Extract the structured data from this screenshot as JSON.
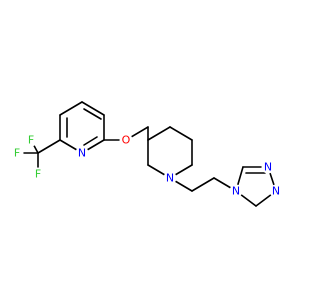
{
  "colors": {
    "bond": "#000000",
    "carbon": "#000000",
    "nitrogen": "#0000ff",
    "oxygen": "#ff0000",
    "fluorine": "#33cc33"
  },
  "atoms": {
    "f_top": "F",
    "f_left": "F",
    "f_bottom": "F",
    "n_pyridine": "N",
    "o_ether": "O",
    "n_piperidine": "N",
    "n_triazole_1": "N",
    "n_triazole_2": "N",
    "n_triazole_3": "N"
  }
}
